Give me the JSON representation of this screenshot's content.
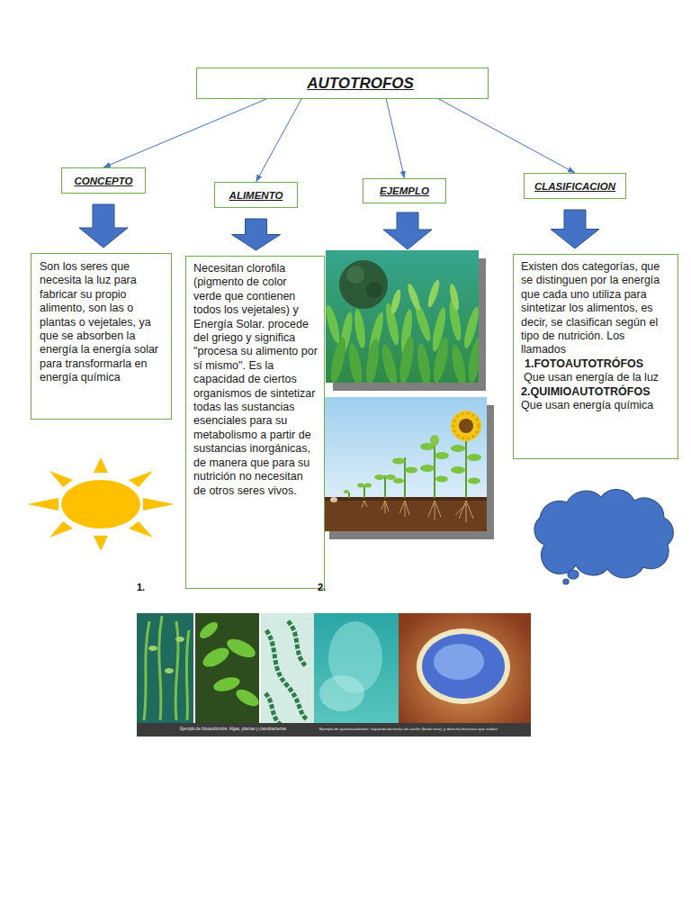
{
  "diagram": {
    "nodes": [
      {
        "text": [
          "AUTOTROFOS"
        ]
      },
      {
        "text": [
          "CONCEPTO"
        ]
      },
      {
        "text": [
          "ALIMENTO"
        ]
      },
      {
        "text": [
          "EJEMPLO"
        ]
      },
      {
        "text": [
          "CLASIFICACION"
        ]
      },
      {
        "text": [
          "Son los seres que necesita la luz para fabricar su propio alimento, son las o plantas o vejetales, ya que se absorben la energía la energía solar para transformarla en energía química"
        ]
      },
      {
        "text": [
          "Necesitan clorofila (pigmento de color verde que contienen todos los vejetales) y Energía Solar. procede del griego y significa \"procesa su alimento por sí mismo\". Es la capacidad de ciertos organismos de sintetizar todas las sustancias esenciales para su metabolismo a partir de sustancias inorgánicas, de manera que para su nutrición no necesitan de otros seres vivos."
        ]
      },
      {
        "text": [
          "Existen dos categorías, que se distinguen por la energía que cada uno utiliza para sintetizar los alimentos, es decir, se clasifican según el tipo de nutrición. Los llamados",
          "1.FOTOAUTOTRÓFOS",
          "Que usan energía de la luz",
          "2.QUIMIOAUTOTRÓFOS",
          "Que usan energía química"
        ]
      }
    ],
    "edges": [
      {
        "from": 0,
        "to": 1,
        "arrow": "to"
      },
      {
        "from": 0,
        "to": 2,
        "arrow": "to"
      },
      {
        "from": 0,
        "to": 3,
        "arrow": "to"
      },
      {
        "from": 0,
        "to": 4,
        "arrow": "to"
      },
      {
        "from": 1,
        "to": 5,
        "arrow": "to"
      },
      {
        "from": 2,
        "to": 6,
        "arrow": "to"
      },
      {
        "from": 4,
        "to": 7,
        "arrow": "to"
      }
    ],
    "labels": [
      "1.",
      "2.",
      "Ejemplo de fotoautótrofos: Algas, plantas y cianobacterias",
      "Ejemplo de quimioautótrofos: Izquierda bacterias de azufre (fondo mar), y derecha bacterias que oxidan"
    ]
  }
}
